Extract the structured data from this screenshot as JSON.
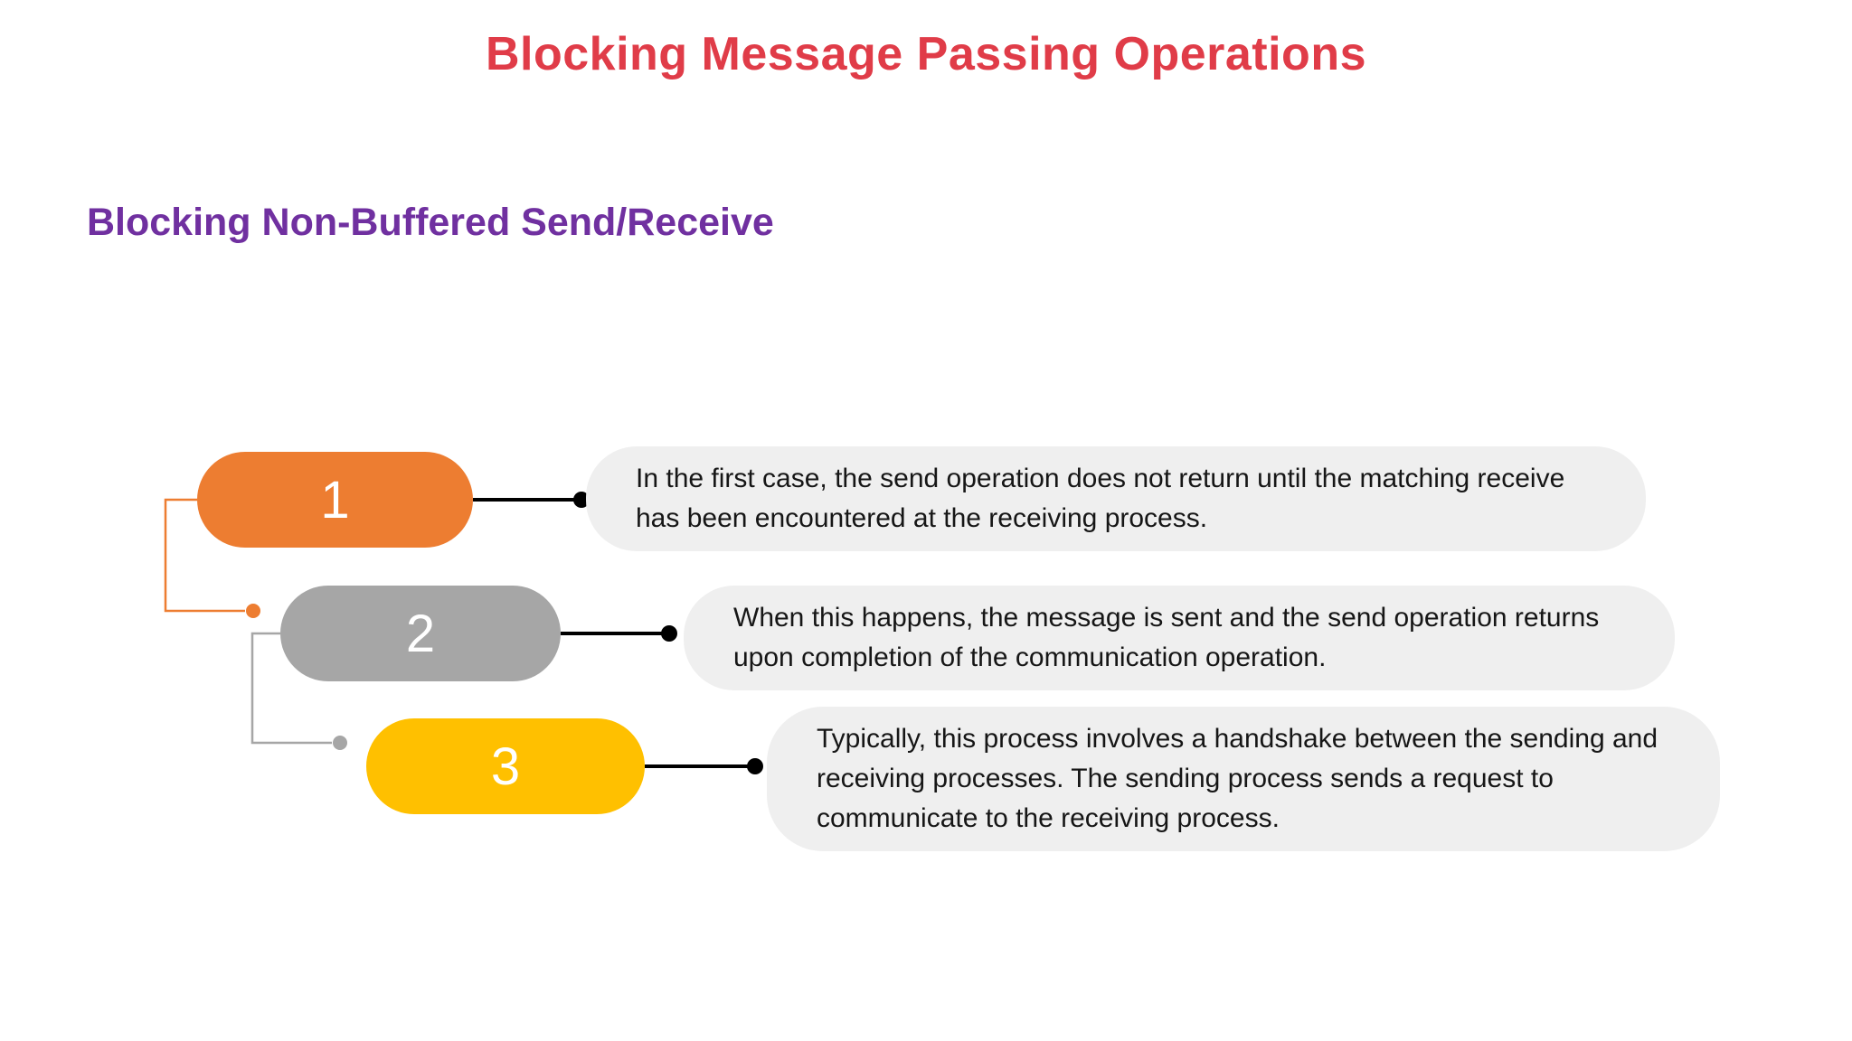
{
  "slide": {
    "title": "Blocking Message Passing Operations",
    "subtitle": "Blocking Non-Buffered Send/Receive"
  },
  "colors": {
    "title_red": "#E03C48",
    "subtitle_purple": "#7030A0",
    "step1_orange": "#ED7D31",
    "step2_gray": "#A6A6A6",
    "step3_yellow": "#FFC000",
    "bubble_background": "#EFEFEF",
    "leader_line_black": "#000000"
  },
  "steps": [
    {
      "number": "1",
      "color": "#ED7D31",
      "text": "In the first case, the send operation does not return until the matching receive has been encountered at the receiving process."
    },
    {
      "number": "2",
      "color": "#A6A6A6",
      "text": "When this happens, the message is sent and the send operation returns upon completion of the communication operation."
    },
    {
      "number": "3",
      "color": "#FFC000",
      "text": "Typically, this process involves a handshake between the sending and receiving processes. The sending process sends a request to communicate to the receiving process."
    }
  ]
}
